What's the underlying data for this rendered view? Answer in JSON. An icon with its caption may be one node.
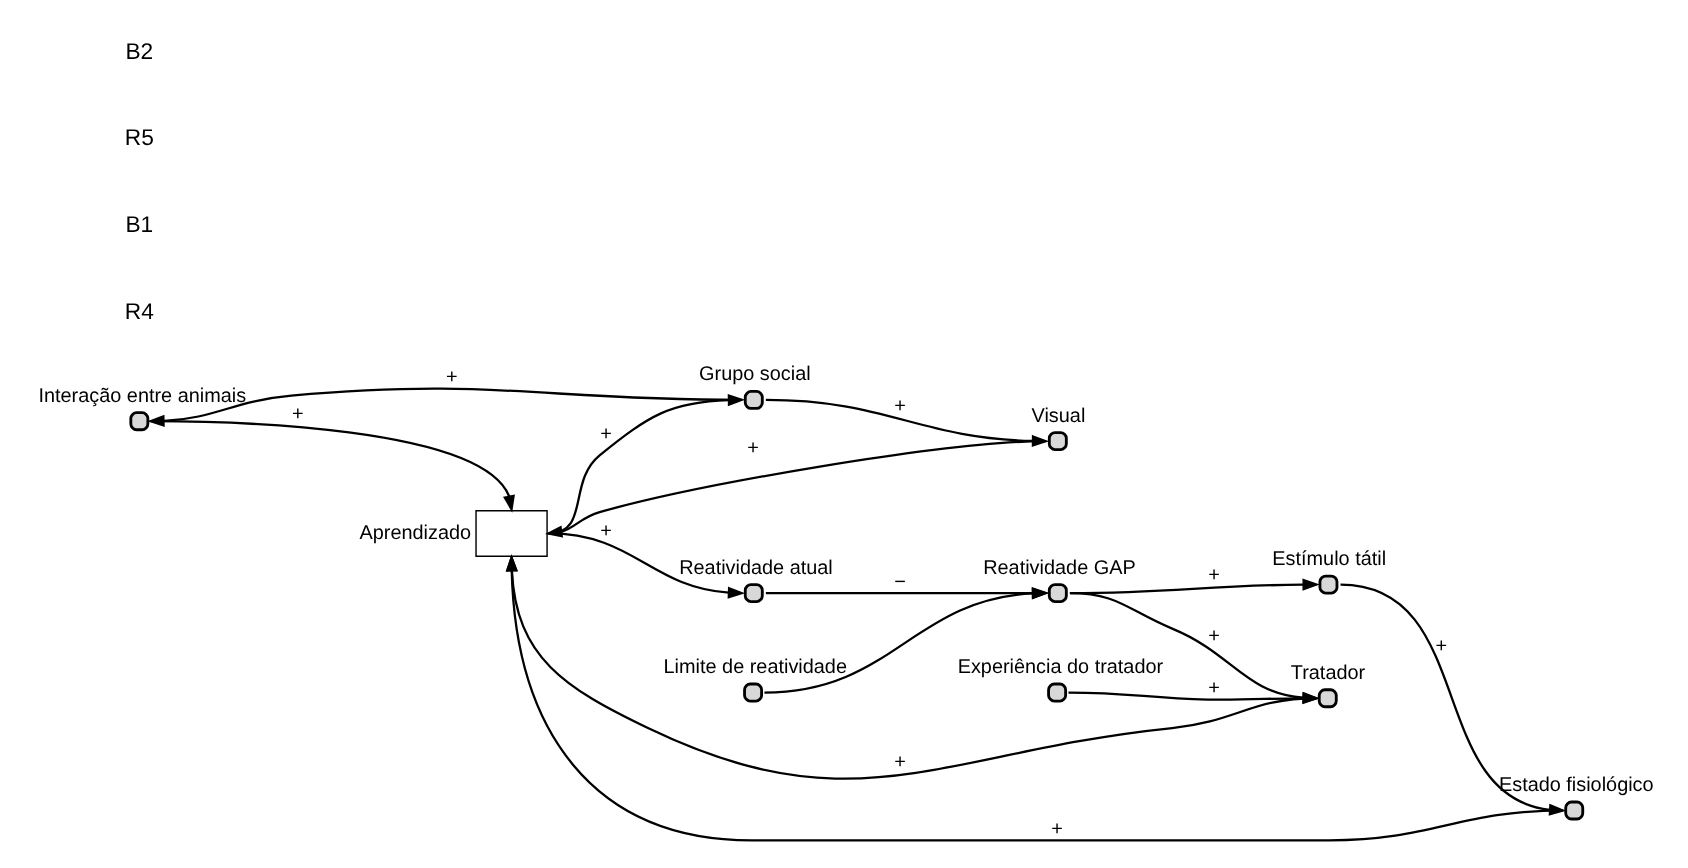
{
  "diagram": {
    "nodes": [
      {
        "text": [],
        "shape": "circle",
        "beside": [
          "Interação entre animais"
        ]
      },
      {
        "text": [],
        "shape": "circle",
        "beside": [
          "Estado fisiológico"
        ]
      },
      {
        "text": [],
        "shape": "circle",
        "beside": [
          "Estímulo tátil"
        ]
      },
      {
        "text": [],
        "shape": "circle",
        "beside": [
          "Grupo social"
        ]
      },
      {
        "text": [],
        "shape": "box",
        "beside": [
          "Aprendizado"
        ]
      },
      {
        "text": [],
        "shape": "circle",
        "beside": [
          "Reatividade atual"
        ]
      },
      {
        "text": [],
        "shape": "circle",
        "beside": [
          "Limite de reatividade"
        ]
      },
      {
        "text": [],
        "shape": "circle",
        "beside": [
          "Visual"
        ]
      },
      {
        "text": [],
        "shape": "circle",
        "beside": [
          "Reatividade GAP"
        ]
      },
      {
        "text": [],
        "shape": "circle",
        "beside": [
          "Experiência do tratador"
        ]
      },
      {
        "text": [],
        "shape": "circle",
        "beside": [
          "Tratador"
        ]
      }
    ],
    "edges": [
      {
        "from": 3,
        "to": 0,
        "arrow": "to",
        "label": "+"
      },
      {
        "from": 0,
        "to": 4,
        "arrow": "to",
        "label": "+"
      },
      {
        "from": 1,
        "to": 4,
        "arrow": "to",
        "label": "+"
      },
      {
        "from": 4,
        "to": 3,
        "arrow": "to",
        "label": "+"
      },
      {
        "from": 3,
        "to": 7,
        "arrow": "to",
        "label": "+"
      },
      {
        "from": 7,
        "to": 4,
        "arrow": "to",
        "label": "+"
      },
      {
        "from": 10,
        "to": 4,
        "arrow": "to",
        "label": "+"
      },
      {
        "from": 4,
        "to": 5,
        "arrow": "to",
        "label": "+"
      },
      {
        "from": 5,
        "to": 8,
        "arrow": "to",
        "label": "−"
      },
      {
        "from": 6,
        "to": 8,
        "arrow": "to"
      },
      {
        "from": 8,
        "to": 2,
        "arrow": "to",
        "label": "+"
      },
      {
        "from": 2,
        "to": 1,
        "arrow": "to",
        "label": "+"
      },
      {
        "from": 8,
        "to": 10,
        "arrow": "to",
        "label": "+"
      },
      {
        "from": 9,
        "to": 10,
        "arrow": "to",
        "label": "+"
      }
    ],
    "labels": [
      "R4",
      "B1",
      "R5",
      "B2"
    ]
  }
}
